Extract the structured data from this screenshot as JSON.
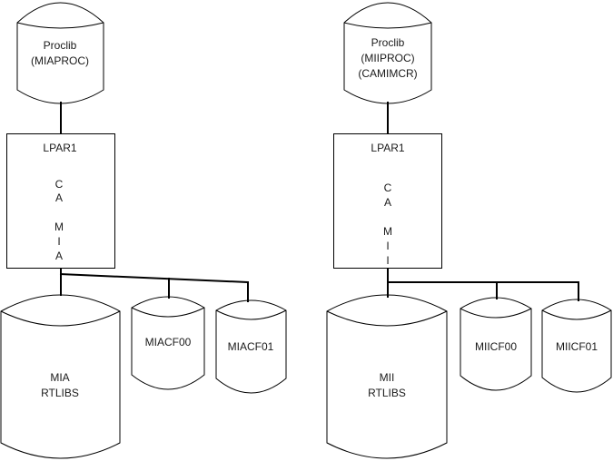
{
  "background": "#ffffff",
  "line_color": "#000000",
  "left": {
    "proclib": {
      "lines": [
        "Proclib",
        "(MIAPROC)"
      ]
    },
    "lpar": {
      "title": "LPAR1",
      "letters": [
        "C",
        "A",
        "M",
        "I",
        "A"
      ]
    },
    "rtlibs": {
      "lines": [
        "MIA",
        "RTLIBS"
      ]
    },
    "cf00": "MIACF00",
    "cf01": "MIACF01"
  },
  "right": {
    "proclib": {
      "lines": [
        "Proclib",
        "(MIIPROC)",
        "(CAMIMCR)"
      ]
    },
    "lpar": {
      "title": "LPAR1",
      "letters": [
        "C",
        "A",
        "M",
        "I",
        "I"
      ]
    },
    "rtlibs": {
      "lines": [
        "MII",
        "RTLIBS"
      ]
    },
    "cf00": "MIICF00",
    "cf01": "MIICF01"
  }
}
